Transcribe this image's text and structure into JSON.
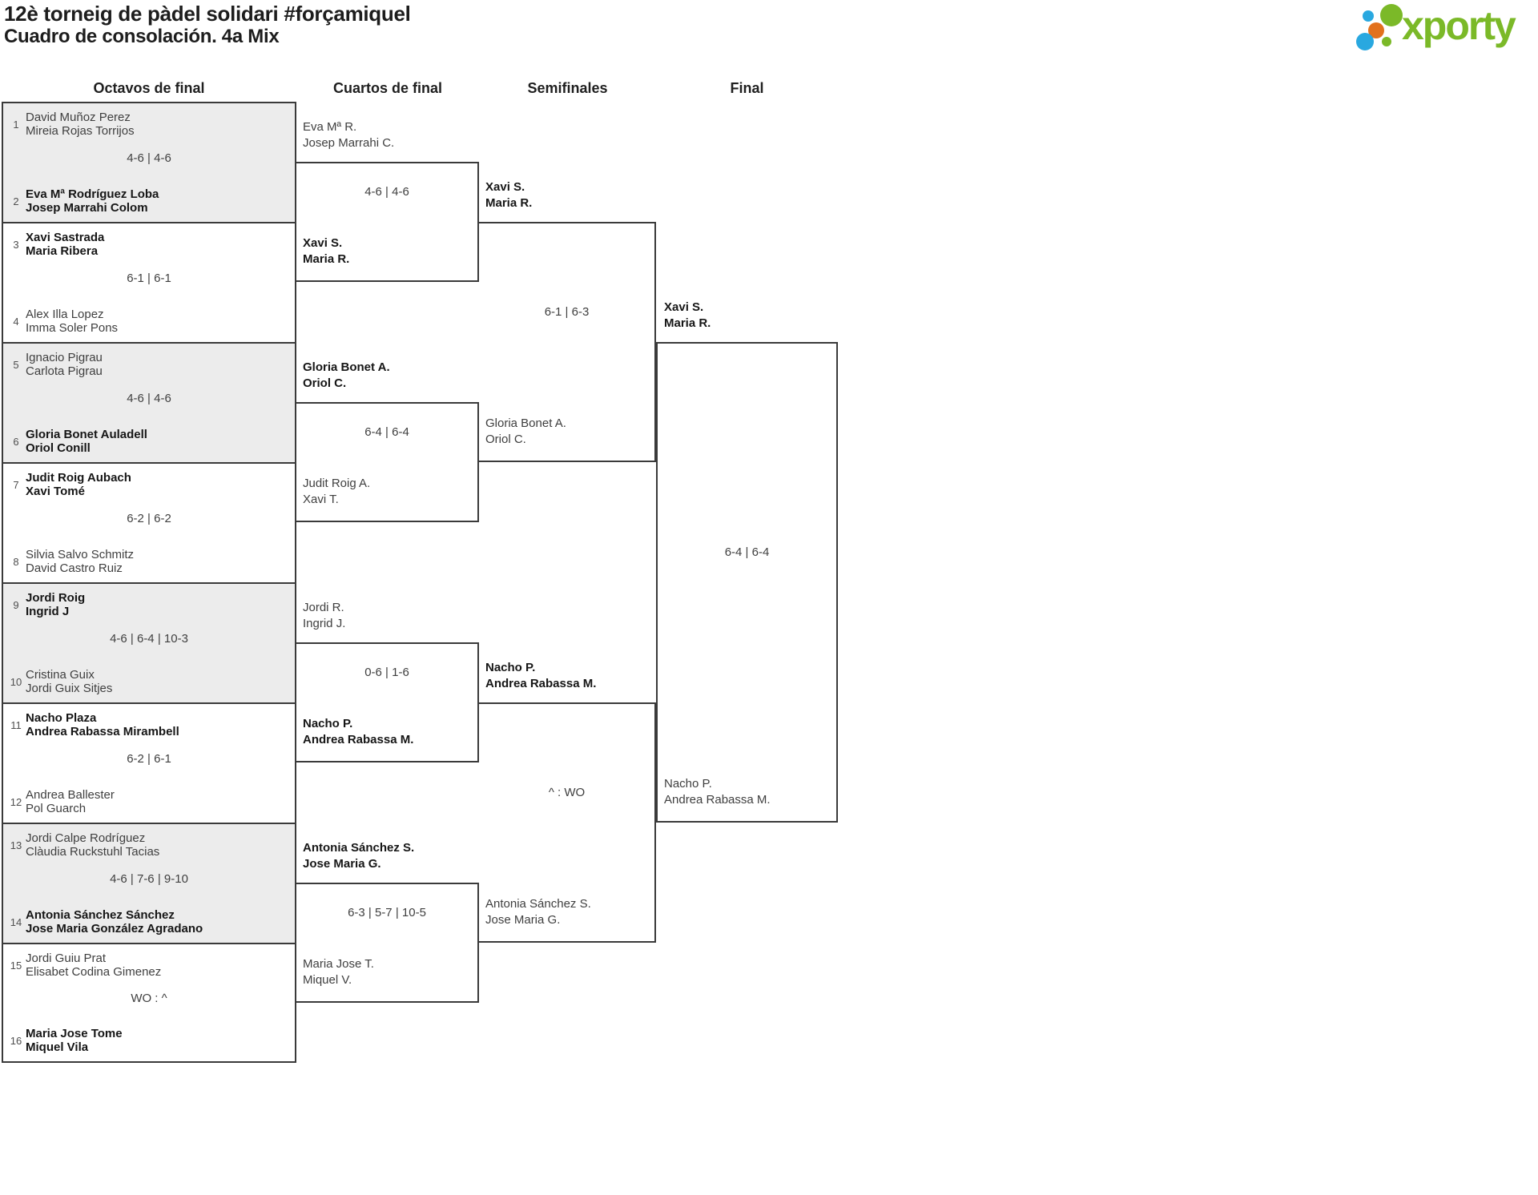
{
  "header": {
    "title_line1": "12è torneig de pàdel solidari #forçamiquel",
    "title_line2": "Cuadro de consolación. 4a Mix"
  },
  "logo": {
    "text": "xporty"
  },
  "columns": {
    "octavos": "Octavos de final",
    "cuartos": "Cuartos de final",
    "semifinales": "Semifinales",
    "final": "Final"
  },
  "octavos": [
    {
      "seed_top": "1",
      "top1": "David Muñoz Perez",
      "top2": "Mireia Rojas Torrijos",
      "score": "4-6 | 4-6",
      "seed_bottom": "2",
      "bot1": "Eva Mª Rodríguez Loba",
      "bot2": "Josep Marrahi Colom",
      "winner": "bottom"
    },
    {
      "seed_top": "3",
      "top1": "Xavi Sastrada",
      "top2": "Maria Ribera",
      "score": "6-1 | 6-1",
      "seed_bottom": "4",
      "bot1": "Alex Illa Lopez",
      "bot2": "Imma Soler Pons",
      "winner": "top"
    },
    {
      "seed_top": "5",
      "top1": "Ignacio Pigrau",
      "top2": "Carlota Pigrau",
      "score": "4-6 | 4-6",
      "seed_bottom": "6",
      "bot1": "Gloria Bonet Auladell",
      "bot2": "Oriol Conill",
      "winner": "bottom"
    },
    {
      "seed_top": "7",
      "top1": "Judit Roig Aubach",
      "top2": "Xavi Tomé",
      "score": "6-2 | 6-2",
      "seed_bottom": "8",
      "bot1": "Silvia Salvo Schmitz",
      "bot2": "David Castro Ruiz",
      "winner": "top"
    },
    {
      "seed_top": "9",
      "top1": "Jordi Roig",
      "top2": "Ingrid J",
      "score": "4-6 | 6-4 | 10-3",
      "seed_bottom": "10",
      "bot1": "Cristina Guix",
      "bot2": "Jordi Guix Sitjes",
      "winner": "top"
    },
    {
      "seed_top": "11",
      "top1": "Nacho Plaza",
      "top2": "Andrea Rabassa Mirambell",
      "score": "6-2 | 6-1",
      "seed_bottom": "12",
      "bot1": "Andrea Ballester",
      "bot2": "Pol Guarch",
      "winner": "top"
    },
    {
      "seed_top": "13",
      "top1": "Jordi Calpe Rodríguez",
      "top2": "Clàudia Ruckstuhl Tacias",
      "score": "4-6 | 7-6 | 9-10",
      "seed_bottom": "14",
      "bot1": "Antonia Sánchez Sánchez",
      "bot2": "Jose Maria González Agradano",
      "winner": "bottom"
    },
    {
      "seed_top": "15",
      "top1": "Jordi Guiu Prat",
      "top2": "Elisabet Codina Gimenez",
      "score": "WO : ^",
      "seed_bottom": "16",
      "bot1": "Maria Jose Tome",
      "bot2": "Miquel Vila",
      "winner": "bottom"
    }
  ],
  "cuartos": [
    {
      "top1": "Eva Mª R.",
      "top2": "Josep Marrahi C.",
      "score": "4-6 | 4-6",
      "bot1": "Xavi S.",
      "bot2": "Maria R.",
      "winner": "bottom"
    },
    {
      "top1": "Gloria Bonet A.",
      "top2": "Oriol C.",
      "score": "6-4 | 6-4",
      "bot1": "Judit Roig A.",
      "bot2": "Xavi T.",
      "winner": "top"
    },
    {
      "top1": "Jordi R.",
      "top2": "Ingrid J.",
      "score": "0-6 | 1-6",
      "bot1": "Nacho P.",
      "bot2": "Andrea Rabassa M.",
      "winner": "bottom"
    },
    {
      "top1": "Antonia Sánchez S.",
      "top2": "Jose Maria G.",
      "score": "6-3 | 5-7 | 10-5",
      "bot1": "Maria Jose T.",
      "bot2": "Miquel V.",
      "winner": "top"
    }
  ],
  "semifinales": [
    {
      "top1": "Xavi S.",
      "top2": "Maria R.",
      "score": "6-1 | 6-3",
      "bot1": "Gloria Bonet A.",
      "bot2": "Oriol C.",
      "winner": "top"
    },
    {
      "top1": "Nacho P.",
      "top2": "Andrea Rabassa M.",
      "score": "^ : WO",
      "bot1": "Antonia Sánchez S.",
      "bot2": "Jose Maria G.",
      "winner": "top"
    }
  ],
  "final": {
    "top1": "Xavi S.",
    "top2": "Maria R.",
    "score": "6-4 | 6-4",
    "bot1": "Nacho P.",
    "bot2": "Andrea Rabassa M.",
    "winner": "top"
  },
  "colors": {
    "logo_green": "#7bb928",
    "logo_blue": "#29a8e0",
    "logo_orange": "#e2711d",
    "box_shade": "#ececec",
    "line": "#3a3a3a"
  }
}
